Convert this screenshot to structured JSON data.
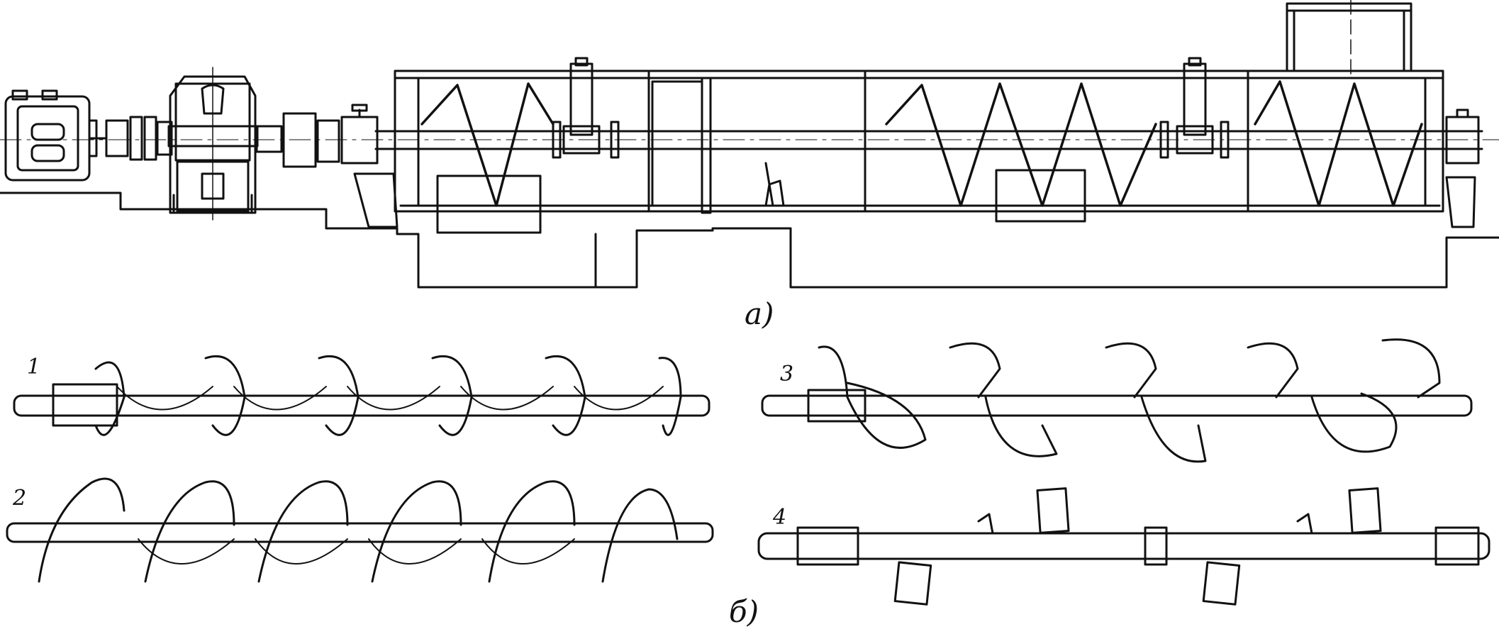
{
  "captions": {
    "top": "a)",
    "bottom": "б)"
  },
  "screw_labels": [
    "1",
    "2",
    "3",
    "4"
  ],
  "colors": {
    "ink": "#111111",
    "paper": "#ffffff"
  }
}
